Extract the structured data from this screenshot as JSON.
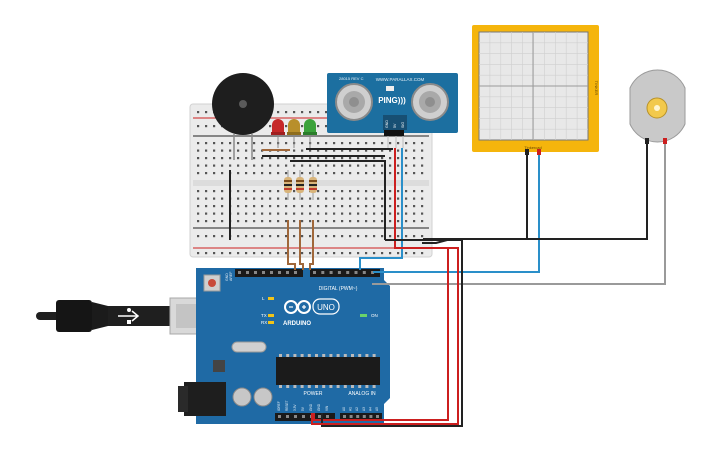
{
  "arduino": {
    "brand_label": "ARDUINO",
    "model_label": "UNO",
    "digital_label": "DIGITAL (PWM~)",
    "power_label": "POWER",
    "analog_label": "ANALOG IN",
    "on_label": "ON",
    "l_label": "L",
    "tx_label": "TX",
    "rx_label": "RX",
    "aref_label": "AREF",
    "gnd_label": "GND",
    "power_pins": [
      "IOREF",
      "RESET",
      "3.3V",
      "5V",
      "GND",
      "GND",
      "VIN"
    ],
    "analog_pins": [
      "A0",
      "A1",
      "A2",
      "A3",
      "A4",
      "A5"
    ]
  },
  "sensor": {
    "brand_label": "WWW.PARALLAX.COM",
    "product_label": "PING)))",
    "rev_label": "28015 REV C",
    "pin_labels": [
      "GND",
      "5V",
      "SIG"
    ]
  },
  "display": {
    "side_label": "TINKER",
    "bottom_label": "Tinkercad"
  },
  "colors": {
    "board_blue": "#1f6aa5",
    "breadboard": "#ebebeb",
    "plotter_frame": "#f5b50c",
    "wire_black": "#2b2b2b",
    "wire_red": "#cc1f1f",
    "wire_blue": "#2a8fc9",
    "wire_gray": "#9a9a9a",
    "wire_brown": "#a0673a"
  }
}
